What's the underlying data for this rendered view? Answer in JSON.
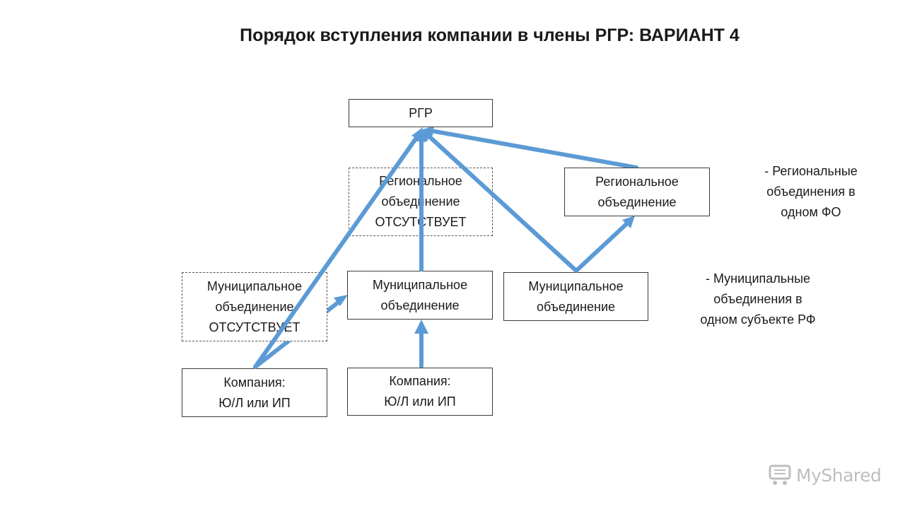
{
  "title": "Порядок вступления компании в члены РГР: ВАРИАНТ 4",
  "nodes": {
    "rgr": "РГР",
    "regional_absent": "Региональное\nобъединение\nОТСУТСТВУЕТ",
    "regional_present": "Региональное\nобъединение",
    "municipal_absent": "Муниципальное\nобъединение\nОТСУТСТВУЕТ",
    "municipal_center": "Муниципальное\nобъединение",
    "municipal_right": "Муниципальное\nобъединение",
    "company_left": "Компания:\nЮ/Л или ИП",
    "company_center": "Компания:\nЮ/Л или ИП"
  },
  "legend": {
    "regional": "- Региональные\nобъединения в\nодном ФО",
    "municipal": "- Муниципальные\nобъединения в\nодном субъекте РФ"
  },
  "colors": {
    "arrow": "#5b9bd5",
    "box_border": "#3a3a3a",
    "text": "#1a1a1a"
  },
  "watermark": "MyShared"
}
